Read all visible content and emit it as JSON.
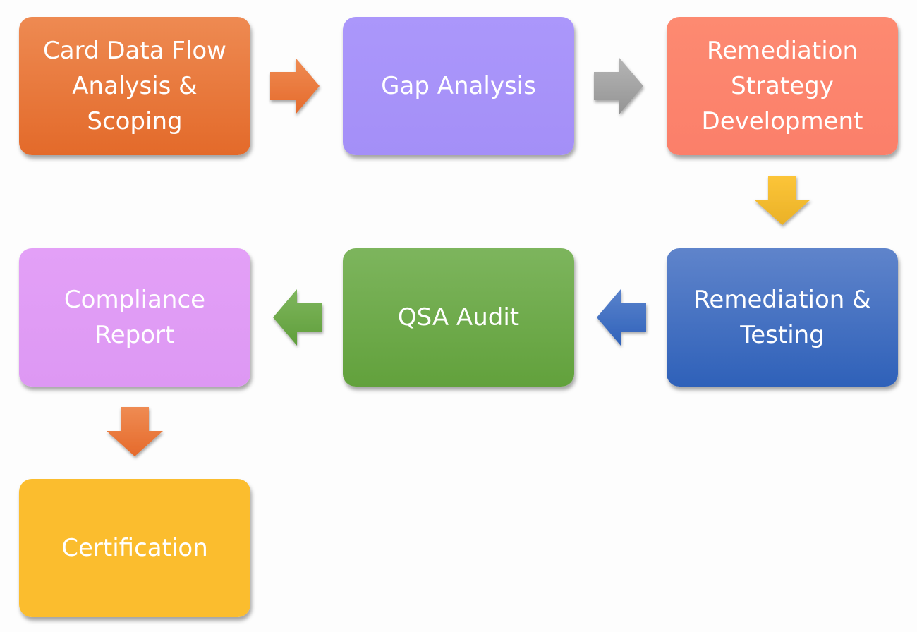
{
  "steps": [
    {
      "label": "Card Data Flow\nAnalysis &\nScoping",
      "color_top": "#ee8a52",
      "color_bottom": "#e36a2a"
    },
    {
      "label": "Gap Analysis",
      "color_top": "#ab97fb",
      "color_bottom": "#a48ff7"
    },
    {
      "label": "Remediation\nStrategy\nDevelopment",
      "color_top": "#fd8a71",
      "color_bottom": "#fb7f6a"
    },
    {
      "label": "Remediation &\nTesting",
      "color_top": "#5f84cb",
      "color_bottom": "#2f61b9"
    },
    {
      "label": "QSA Audit",
      "color_top": "#7db55d",
      "color_bottom": "#62a13c"
    },
    {
      "label": "Compliance\nReport",
      "color_top": "#e3a0f7",
      "color_bottom": "#dd98f3"
    },
    {
      "label": "Certification",
      "color_top": "#fbbd2e",
      "color_bottom": "#fbbd2e"
    }
  ],
  "connectors": [
    {
      "from": "Card Data Flow Analysis & Scoping",
      "to": "Gap Analysis",
      "direction": "right",
      "color_top": "#ef8b53",
      "color_bottom": "#e56a2b"
    },
    {
      "from": "Gap Analysis",
      "to": "Remediation Strategy Development",
      "direction": "right",
      "color_top": "#b5b5b5",
      "color_bottom": "#949494"
    },
    {
      "from": "Remediation Strategy Development",
      "to": "Remediation & Testing",
      "direction": "down",
      "color_top": "#fcc539",
      "color_bottom": "#eab127"
    },
    {
      "from": "Remediation & Testing",
      "to": "QSA Audit",
      "direction": "left",
      "color_top": "#5a82cc",
      "color_bottom": "#2f62ba"
    },
    {
      "from": "QSA Audit",
      "to": "Compliance Report",
      "direction": "left",
      "color_top": "#7fb65e",
      "color_bottom": "#5f9e3a"
    },
    {
      "from": "Compliance Report",
      "to": "Certification",
      "direction": "down",
      "color_top": "#ef8b53",
      "color_bottom": "#e56a2b"
    }
  ]
}
